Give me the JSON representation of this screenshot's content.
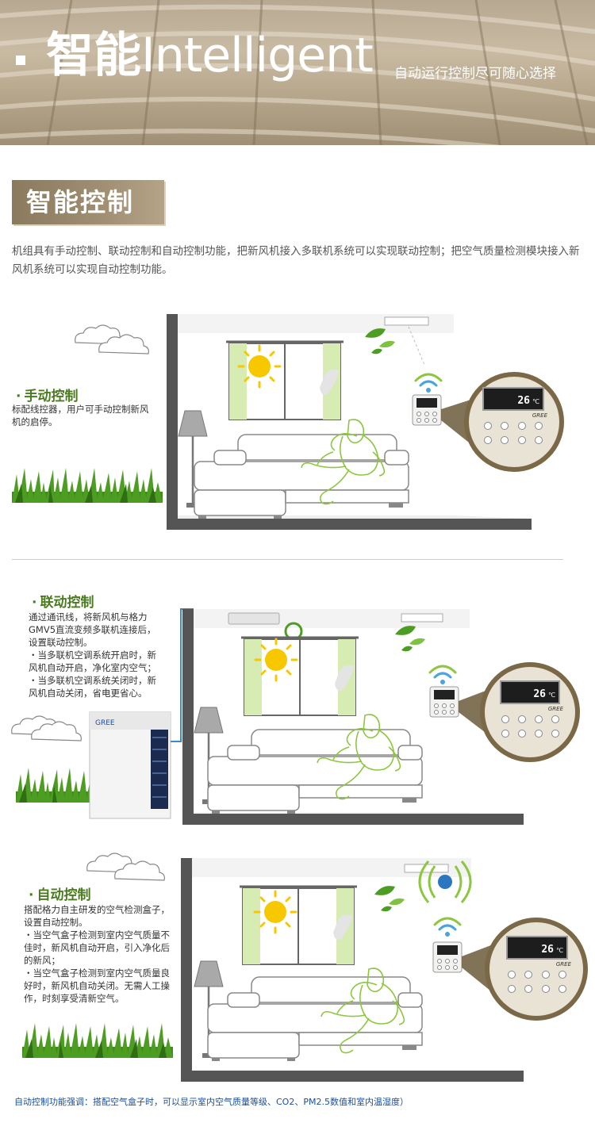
{
  "banner": {
    "title_cn": "智能",
    "title_en": "Intelligent",
    "subtitle": "自动运行控制尽可随心选择"
  },
  "section": {
    "heading": "智能控制",
    "intro": "机组具有手动控制、联动控制和自动控制功能，把新风机接入多联机系统可以实现联动控制；把空气质量检测模块接入新风机系统可以实现自动控制功能。"
  },
  "modes": [
    {
      "title": "手动控制",
      "desc": [
        "标配线控器，用户可手动控制新风",
        "机的启停。"
      ]
    },
    {
      "title": "联动控制",
      "desc": [
        "通过通讯线，将新风机与格力",
        "GMV5直流变频多联机连接后，",
        "设置联动控制。",
        "・当多联机空调系统开启时，新",
        "风机自动开启，净化室内空气；",
        "・当多联机空调系统关闭时，新",
        "风机自动关闭，省电更省心。"
      ]
    },
    {
      "title": "自动控制",
      "desc": [
        "搭配格力自主研发的空气检测盒子，",
        "设置自动控制。",
        "・当空气盒子检测到室内空气质量不",
        "佳时，新风机自动开启，引入净化后",
        "的新风；",
        "・当空气盒子检测到室内空气质量良",
        "好时，新风机自动关闭。无需人工操",
        "作，时刻享受清新空气。"
      ]
    }
  ],
  "controller": {
    "temp": "26",
    "unit": "℃",
    "brand": "GREE"
  },
  "footnote": "自动控制功能强调：搭配空气盒子时，可以显示室内空气质量等级、CO2、PM2.5数值和室内温湿度）",
  "colors": {
    "accent_green": "#4a7c1f",
    "banner_brown": "#a08f72",
    "footnote_blue": "#1a4fa0"
  }
}
